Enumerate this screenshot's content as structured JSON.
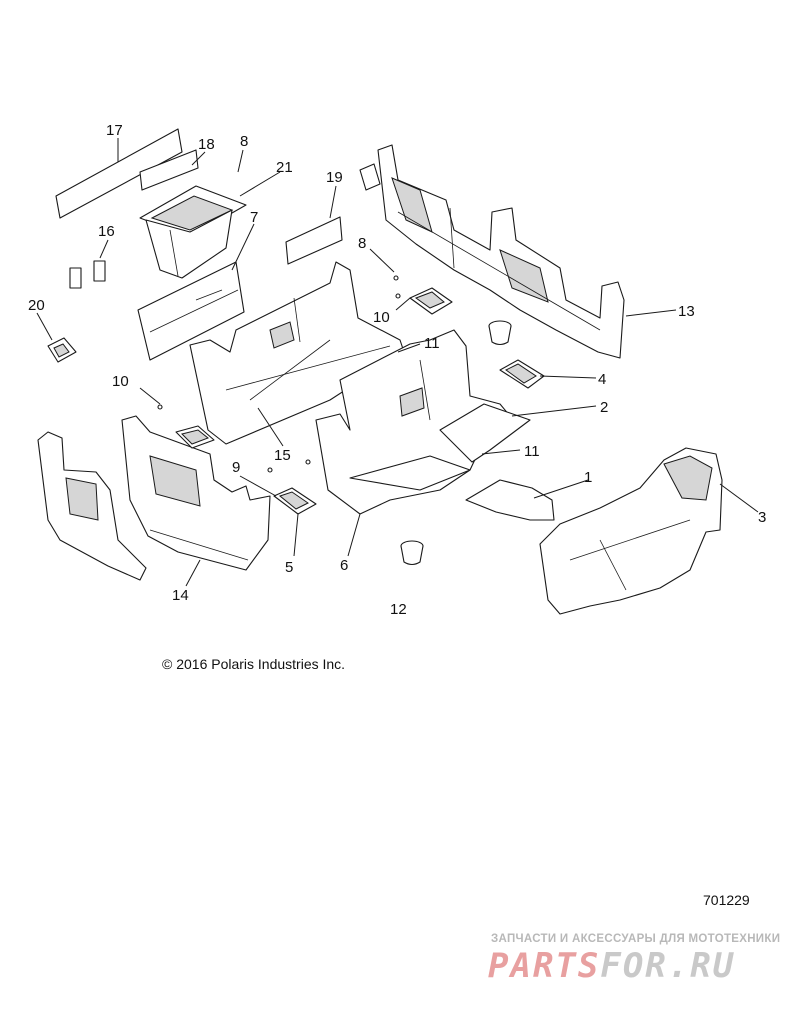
{
  "diagram": {
    "callouts": [
      "1",
      "2",
      "3",
      "4",
      "5",
      "6",
      "7",
      "8",
      "8",
      "9",
      "10",
      "10",
      "11",
      "11",
      "12",
      "13",
      "14",
      "15",
      "16",
      "17",
      "18",
      "19",
      "20",
      "21"
    ]
  },
  "footer": {
    "copyright": "© 2016 Polaris Industries Inc.",
    "drawing_number": "701229"
  },
  "watermark": {
    "tagline": "ЗАПЧАСТИ И АКСЕССУАРЫ ДЛЯ МОТОТЕХНИКИ",
    "logo_part1": "PARTS",
    "logo_part2": "FOR.RU"
  },
  "colors": {
    "line": "#1a1a1a",
    "shade": "#d6d6d6",
    "watermark_red": "#e8a0a0",
    "watermark_grey": "#c9c9c9"
  }
}
